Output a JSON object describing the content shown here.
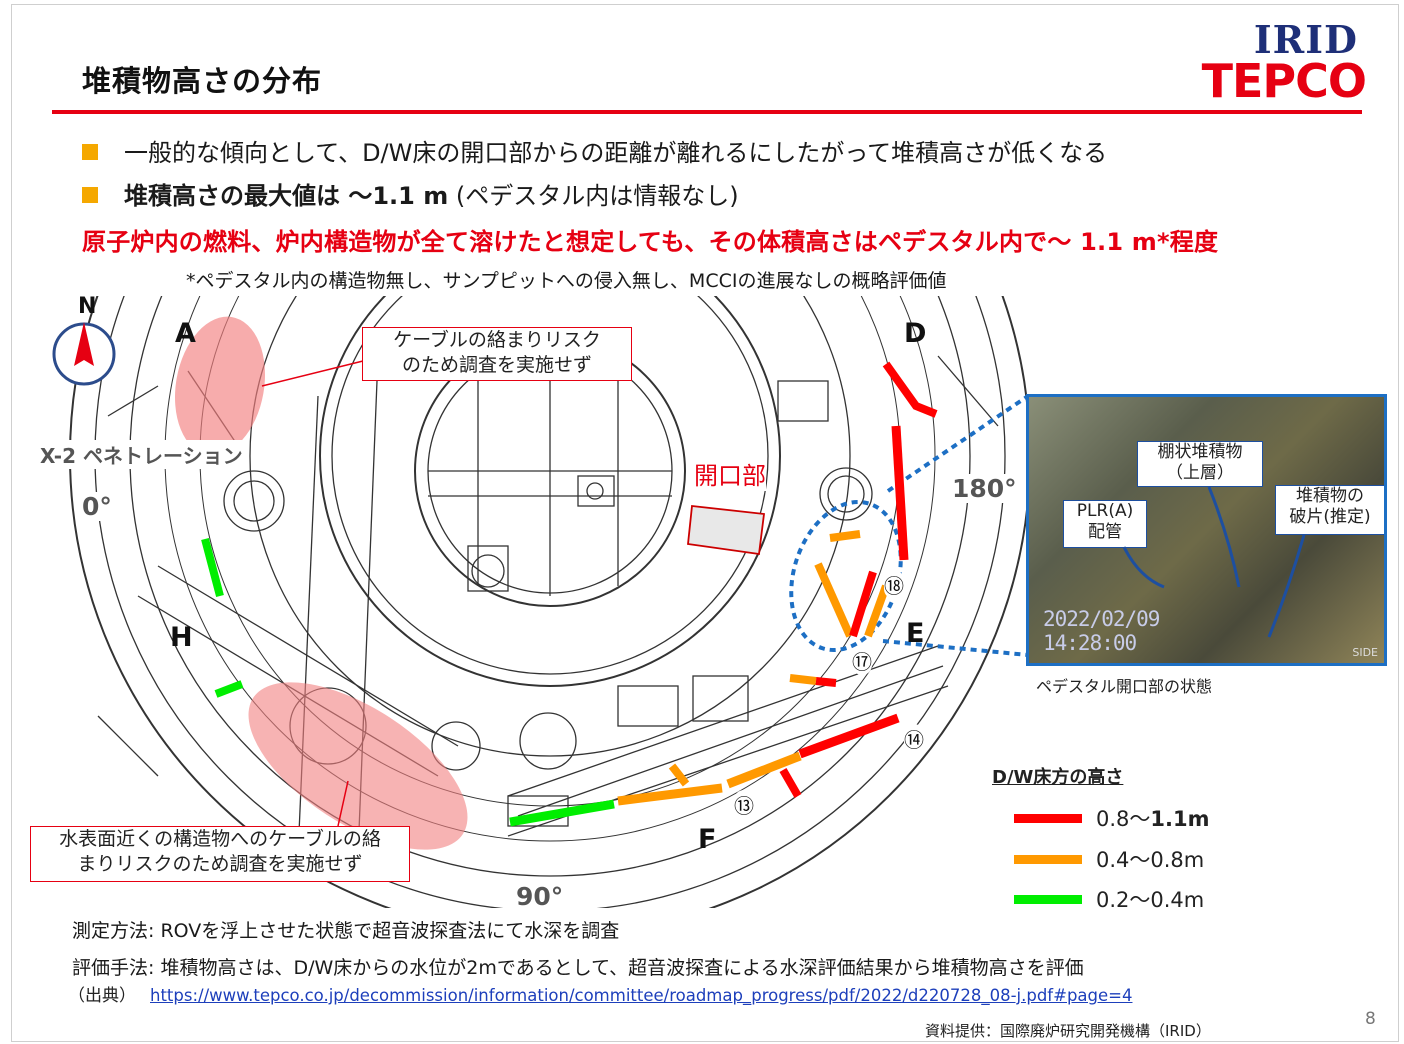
{
  "header": {
    "title": "堆積物高さの分布",
    "logo_irid": "IRID",
    "logo_tepco": "TEPCO"
  },
  "bullets": [
    {
      "text": "一般的な傾向として、D/W床の開口部からの距離が離れるにしたがって堆積高さが低くなる"
    },
    {
      "bold": "堆積高さの最大値は ～1.1 m",
      "rest": " (ペデスタル内は情報なし)"
    }
  ],
  "emphasis": "原子炉内の燃料、炉内構造物が全て溶けたと想定しても、その体積高さはペデスタル内で～ 1.1 m*程度",
  "footnote": "*ペデスタル内の構造物無し、サンプピットへの侵入無し、MCCIの進展なしの概略評価値",
  "diagram": {
    "compass": "N",
    "areas": {
      "A": "A",
      "D": "D",
      "E": "E",
      "F": "F",
      "H": "H"
    },
    "x2": "X-2 ペネトレーション",
    "deg0": "0°",
    "deg90": "90°",
    "deg180": "180°",
    "opening": "開口部",
    "points": {
      "p13": "⑬",
      "p14": "⑭",
      "p17": "⑰",
      "p18": "⑱"
    },
    "callout_top_1": "ケーブルの絡まりリスク",
    "callout_top_2": "のため調査を実施せず",
    "callout_bottom_1": "水表面近くの構造物へのケーブルの絡",
    "callout_bottom_2": "まりリスクのため調査を実施せず"
  },
  "inset": {
    "bubble_shelf_1": "棚状堆積物",
    "bubble_shelf_2": "（上層）",
    "bubble_plr_1": "PLR(A)",
    "bubble_plr_2": "配管",
    "bubble_frag_1": "堆積物の",
    "bubble_frag_2": "破片(推定)",
    "stamp_date": "2022/02/09",
    "stamp_time": "14:28:00",
    "side": "SIDE",
    "caption": "ペデスタル開口部の状態"
  },
  "legend": {
    "title": "D/W床方の高さ",
    "rows": [
      {
        "prefix": "0.8～",
        "bold": "1.1m",
        "color": "#ff0000"
      },
      {
        "prefix": "0.4～0.8m",
        "bold": "",
        "color": "#ff9900"
      },
      {
        "prefix": "0.2～0.4m",
        "bold": "",
        "color": "#00ee00"
      }
    ]
  },
  "footer": {
    "method": "測定方法: ROVを浮上させた状態で超音波探査法にて水深を調査",
    "evaluation": "評価手法: 堆積物高さは、D/W床からの水位が2mであるとして、超音波探査による水深評価結果から堆積物高さを評価",
    "source_label": "（出典）",
    "source_url": "https://www.tepco.co.jp/decommission/information/committee/roadmap_progress/pdf/2022/d220728_08-j.pdf#page=4",
    "provider": "資料提供：国際廃炉研究開発機構（IRID）",
    "page_number": "8"
  },
  "colors": {
    "accent_red": "#e60012",
    "bullet_orange": "#f5a800",
    "irid_blue": "#1e2f78",
    "inset_border": "#1d6fc4"
  }
}
